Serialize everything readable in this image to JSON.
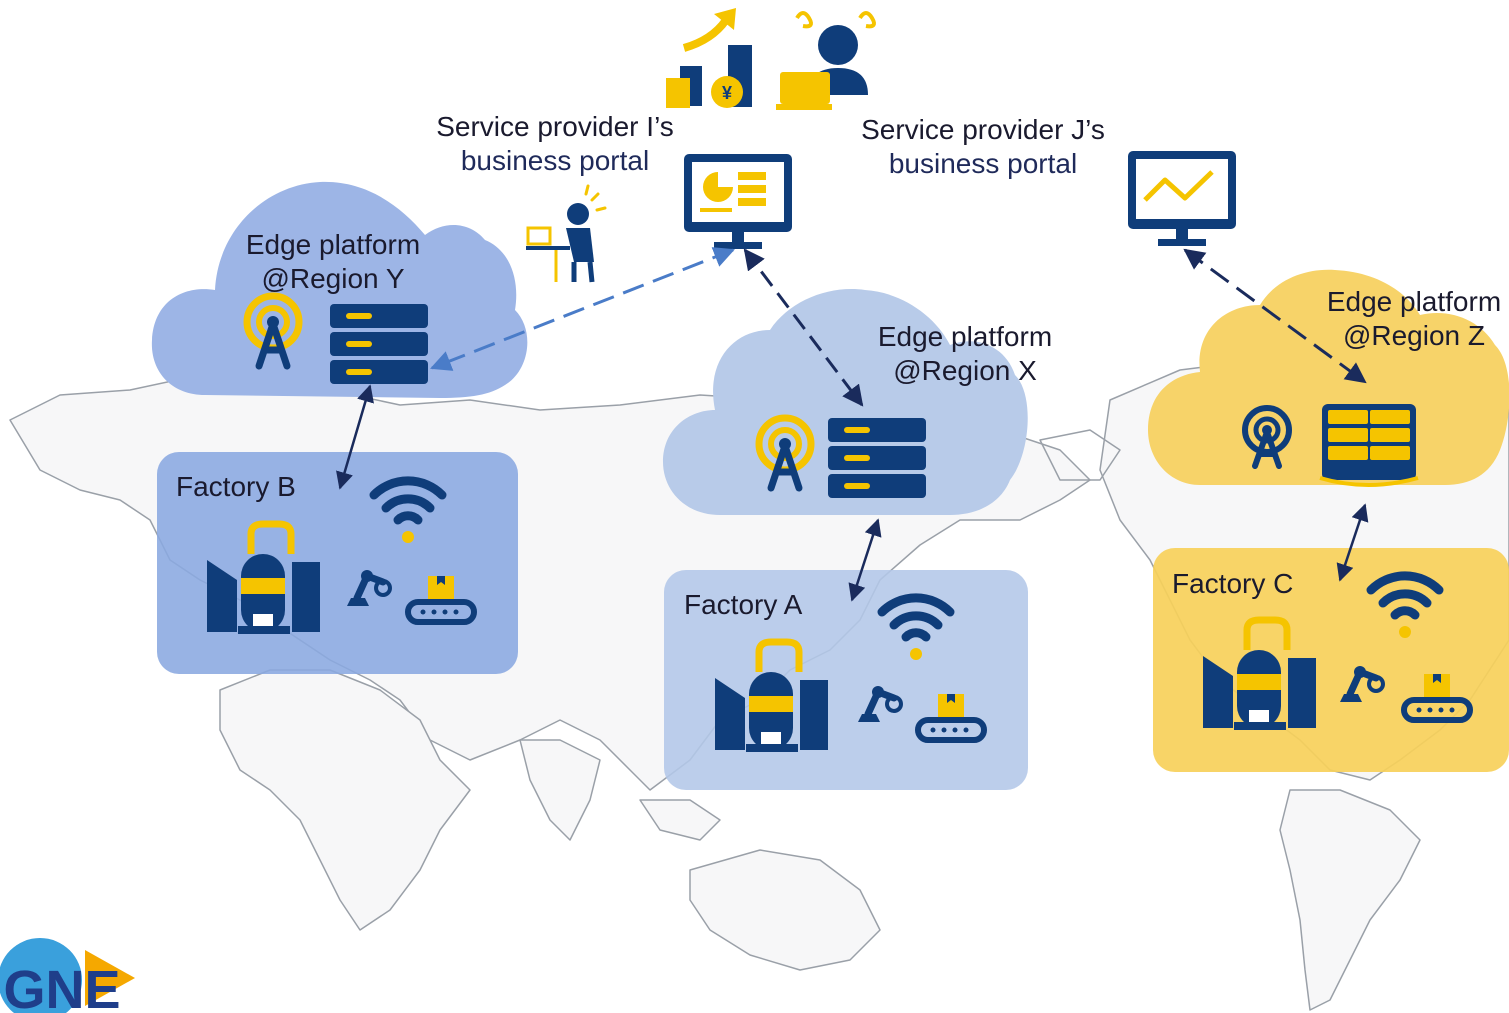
{
  "colors": {
    "navy": "#0f3d7a",
    "yellow": "#f5c400",
    "cloud_y": "#9db5e6",
    "cloud_x": "#b8cbe9",
    "cloud_z": "#f7d369",
    "arrow_dark": "#1a2b5c",
    "arrow_light": "#4a7cc8",
    "map_line": "#9aa0a8"
  },
  "portals": {
    "i": {
      "line1": "Service provider I’s",
      "line2": "business portal"
    },
    "j": {
      "line1": "Service provider J’s",
      "line2": "business portal"
    }
  },
  "platforms": {
    "y": {
      "line1": "Edge platform",
      "line2": "@Region Y"
    },
    "x": {
      "line1": "Edge platform",
      "line2": "@Region X"
    },
    "z": {
      "line1": "Edge platform",
      "line2": "@Region Z"
    }
  },
  "factories": {
    "a": {
      "label": "Factory A"
    },
    "b": {
      "label": "Factory B"
    },
    "c": {
      "label": "Factory C"
    }
  },
  "icons": {
    "currency_symbol": "¥"
  },
  "logo": {
    "text": "GNE"
  }
}
